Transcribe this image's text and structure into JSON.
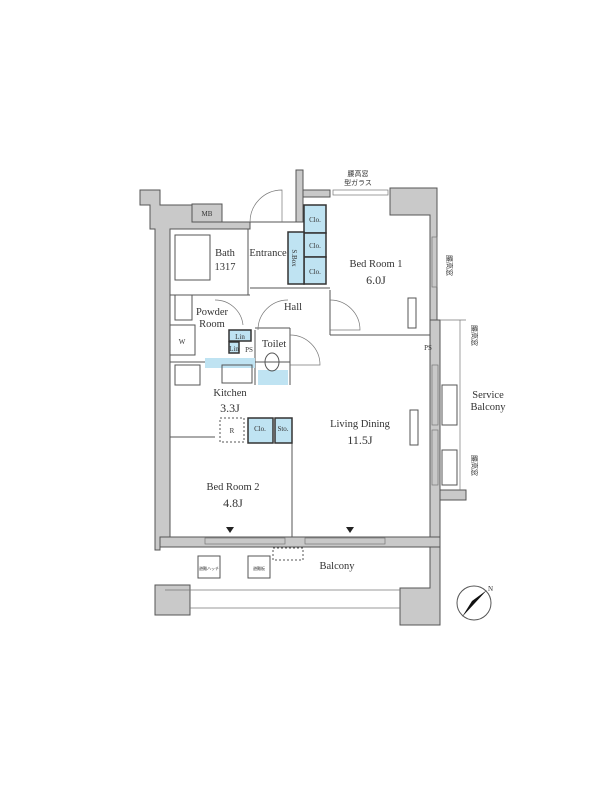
{
  "title": "Floor plan",
  "accent_color": "#bfe3f2",
  "wall_color": "#c9c9c9",
  "rooms": {
    "bath": {
      "name": "Bath",
      "size": "1317"
    },
    "entrance": {
      "name": "Entrance"
    },
    "bedroom1": {
      "name": "Bed Room 1",
      "size": "6.0J"
    },
    "hall": {
      "name": "Hall"
    },
    "powder": {
      "name1": "Powder",
      "name2": "Room"
    },
    "toilet": {
      "name": "Toilet"
    },
    "kitchen": {
      "name": "Kitchen",
      "size": "3.3J"
    },
    "living": {
      "name": "Living Dining",
      "size": "11.5J"
    },
    "bedroom2": {
      "name": "Bed Room 2",
      "size": "4.8J"
    },
    "balcony": {
      "name": "Balcony"
    },
    "service_balcony": {
      "name1": "Service",
      "name2": "Balcony"
    }
  },
  "fixtures": {
    "mb": "MB",
    "clo": "Clo.",
    "shoes_box": "S.Box",
    "lin": "Lin",
    "ps": "PS",
    "washer": "W",
    "fridge": "R",
    "storage": "Sto.",
    "window_top": "腰高窓",
    "window_top_note": "型ガラス",
    "window_side": "腰高窓",
    "hatch1": "避難ハッチ",
    "hatch2": "避難板",
    "north": "N"
  }
}
